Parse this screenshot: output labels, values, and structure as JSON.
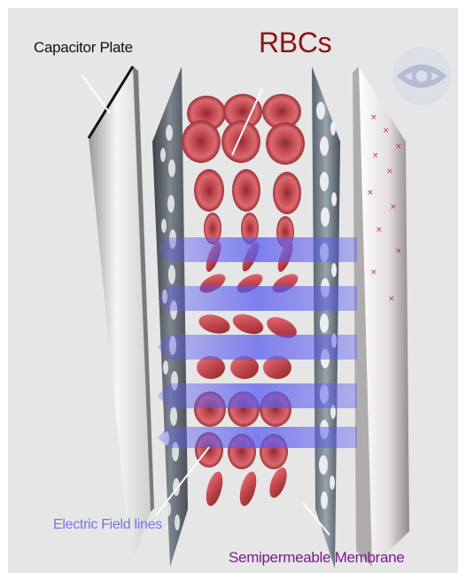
{
  "labels": {
    "capacitor_plate": "Capacitor Plate",
    "rbcs": "RBCs",
    "electric_field_lines": "Electric Field lines",
    "semipermeable_membrane": "Semipermeable Membrane"
  },
  "colors": {
    "background": "#e6e6e6",
    "rbc": "#c9545a",
    "field_lines": "#5a5cf0",
    "capacitor_label": "#111111",
    "rbc_label": "#8b1414",
    "field_label": "#7a72e6",
    "membrane_label": "#7a1b8f"
  },
  "icons": {
    "watermark": "eye-logo-icon"
  }
}
